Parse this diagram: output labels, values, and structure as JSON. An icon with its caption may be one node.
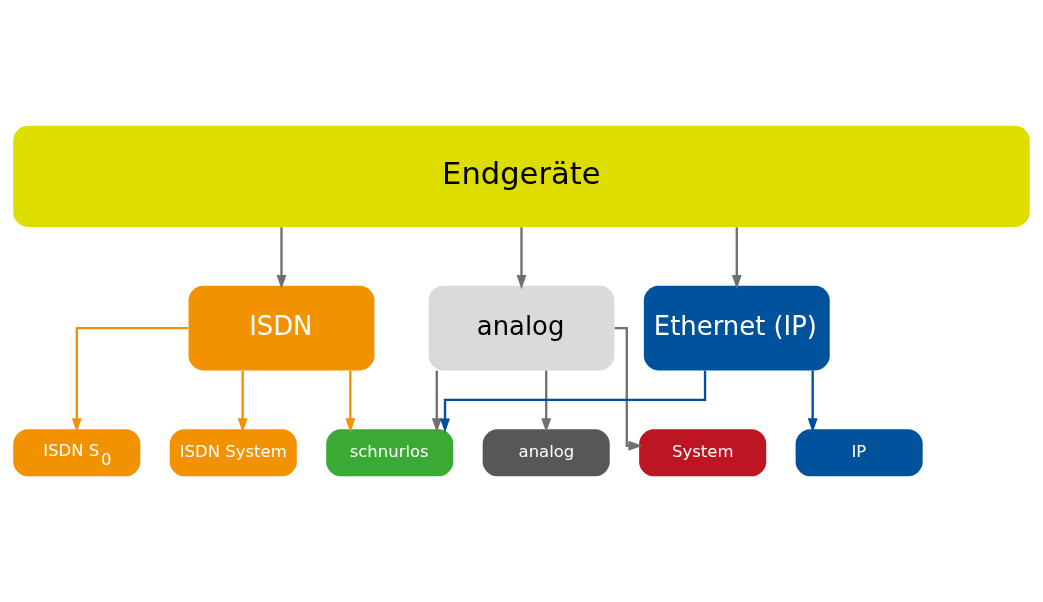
{
  "diagram": {
    "nodes": [
      {
        "text": [
          "Endgeräte"
        ]
      },
      {
        "text": [
          "ISDN"
        ]
      },
      {
        "text": [
          "analog"
        ]
      },
      {
        "text": [
          "Ethernet (IP)"
        ]
      },
      {
        "text": [
          "ISDN S$_{0}$"
        ]
      },
      {
        "text": [
          "ISDN System"
        ]
      },
      {
        "text": [
          "schnurlos"
        ]
      },
      {
        "text": [
          "analog"
        ]
      },
      {
        "text": [
          "System"
        ]
      },
      {
        "text": [
          "IP"
        ]
      }
    ],
    "edges": [
      {
        "from": 0,
        "to": 1,
        "arrow": "to"
      },
      {
        "from": 0,
        "to": 2,
        "arrow": "to"
      },
      {
        "from": 0,
        "to": 3,
        "arrow": "to"
      },
      {
        "from": 1,
        "to": 4,
        "arrow": "to",
        "color": "#f39200"
      },
      {
        "from": 1,
        "to": 5,
        "arrow": "to",
        "color": "#f39200"
      },
      {
        "from": 1,
        "to": 6,
        "arrow": "to",
        "color": "#f39200"
      },
      {
        "from": 2,
        "to": 6,
        "arrow": "to"
      },
      {
        "from": 2,
        "to": 7,
        "arrow": "to"
      },
      {
        "from": 2,
        "to": 8,
        "arrow": "to"
      },
      {
        "from": 3,
        "to": 6,
        "arrow": "to",
        "color": "#004f9f"
      },
      {
        "from": 3,
        "to": 9,
        "arrow": "to",
        "color": "#004f9f"
      }
    ]
  }
}
